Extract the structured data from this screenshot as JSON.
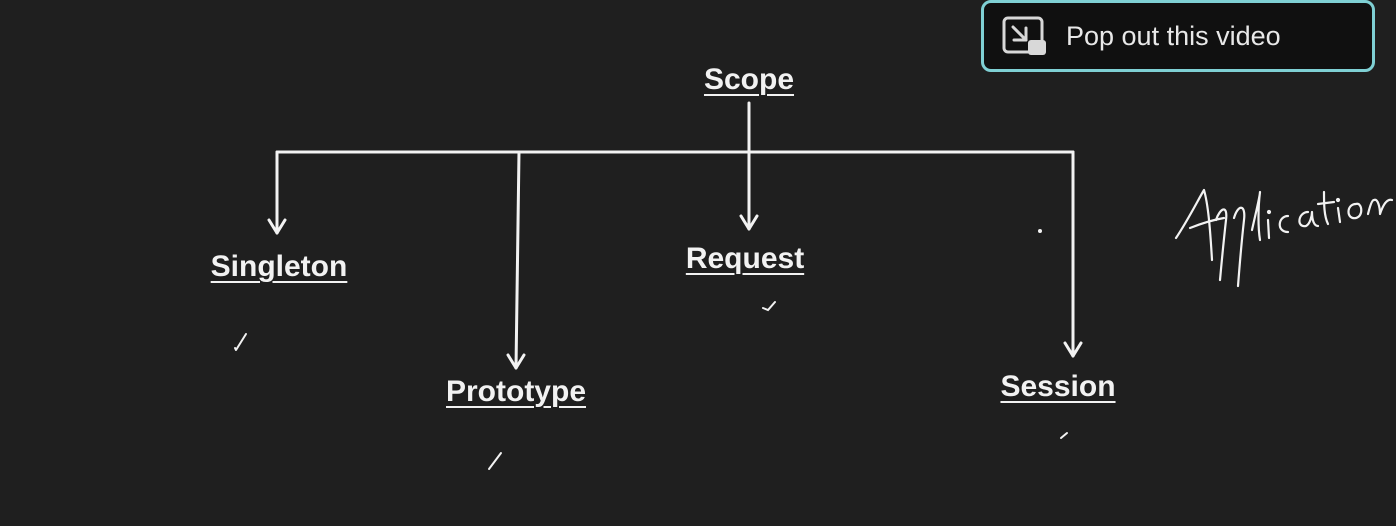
{
  "diagram": {
    "root": "Scope",
    "children": [
      "Singleton",
      "Prototype",
      "Request",
      "Session"
    ],
    "handwritten_note": "Application"
  },
  "popout": {
    "label": "Pop out this video",
    "icon": "picture-in-picture-icon"
  },
  "colors": {
    "background": "#1f1f1f",
    "ink": "#f2f2f2",
    "popout_border": "#7fd0d4"
  }
}
